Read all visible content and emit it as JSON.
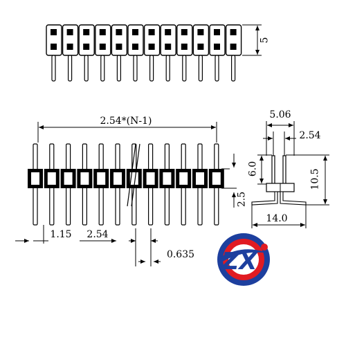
{
  "top_view": {
    "pin_count": 12,
    "height_label": "5"
  },
  "front_view": {
    "pin_count": 12,
    "span_label": "2.54*(N-1)",
    "edge_label": "1.15",
    "pitch_label": "2.54",
    "pin_width_label": "0.635",
    "tail_label": "2.5"
  },
  "side_view": {
    "width_label": "5.06",
    "pitch_label": "2.54",
    "upper_label": "6.0",
    "height_label": "10.5",
    "length_label": "14.0"
  },
  "logo": {
    "letters": "ZX",
    "colors": {
      "outer": "#1d3f9e",
      "band": "#e11b22",
      "inner": "#ffffff"
    }
  }
}
